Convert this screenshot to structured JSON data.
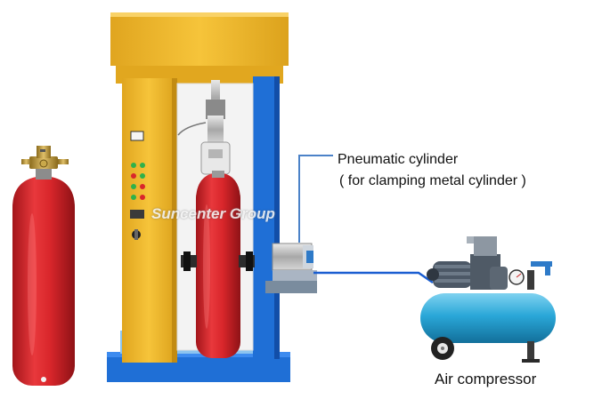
{
  "labels": {
    "pneumatic_title": "Pneumatic cylinder",
    "pneumatic_subtitle": "( for clamping metal cylinder )",
    "air_compressor": "Air compressor"
  },
  "watermark": "Suncenter Group",
  "colors": {
    "cylinder_red": "#d9262b",
    "frame_yellow": "#f2b82a",
    "column_blue": "#1f6fd6",
    "compressor_tank": "#2aa7d8",
    "pipe_blue": "#1a5ed1",
    "callout_line": "#4b82c8"
  }
}
